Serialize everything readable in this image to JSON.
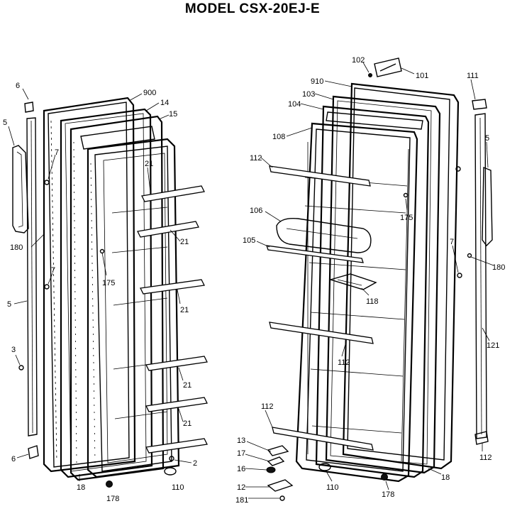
{
  "title": "MODEL CSX-20EJ-E",
  "left_labels": {
    "l6a": "6",
    "l5a": "5",
    "l7a": "7",
    "l180": "180",
    "l7b": "7",
    "l5b": "5",
    "l3": "3",
    "l6b": "6",
    "l900": "900",
    "l14": "14",
    "l15": "15",
    "l21a": "21",
    "l21b": "21",
    "l175": "175",
    "l21c": "21",
    "l21d": "21",
    "l21e": "21",
    "l2": "2",
    "l18": "18",
    "l178": "178",
    "l110": "110"
  },
  "right_labels": {
    "l102": "102",
    "l101": "101",
    "l910": "910",
    "l103": "103",
    "l104": "104",
    "l108": "108",
    "l112a": "112",
    "l106": "106",
    "l105": "105",
    "l175": "175",
    "l118": "118",
    "l112b": "112",
    "l112c": "112",
    "l111": "111",
    "l5": "5",
    "l7": "7",
    "l180": "180",
    "l121": "121",
    "l112d": "112",
    "l13": "13",
    "l17": "17",
    "l16": "16",
    "l12": "12",
    "l181": "181",
    "l110": "110",
    "l178": "178",
    "l18": "18"
  }
}
